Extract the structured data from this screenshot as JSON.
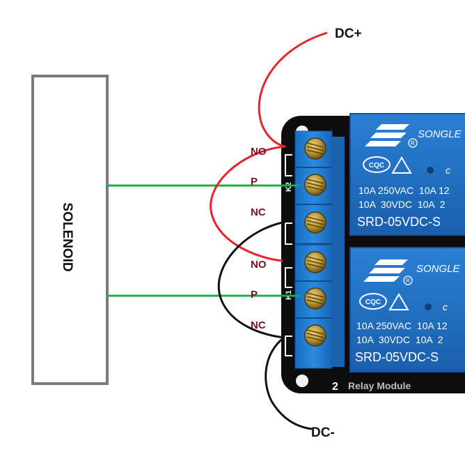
{
  "solenoid": {
    "label": "SOLENOID"
  },
  "power": {
    "positive": "DC+",
    "negative": "DC-"
  },
  "relay_k2": {
    "silk": "K2",
    "pins": [
      "NO",
      "P",
      "NC"
    ],
    "brand": "SONGLE",
    "marks": [
      "CQC",
      "R"
    ],
    "rating_line1": "10A 250VAC  10A 12",
    "rating_line2": "10A  30VDC  10A  2",
    "model": "SRD-05VDC-S"
  },
  "relay_k1": {
    "silk": "K1",
    "pins": [
      "NO",
      "P",
      "NC"
    ],
    "brand": "SONGLE",
    "marks": [
      "CQC",
      "R"
    ],
    "rating_line1": "10A 250VAC  10A 12",
    "rating_line2": "10A  30VDC  10A  2",
    "model": "SRD-05VDC-S"
  },
  "board": {
    "silk_number": "2",
    "silk_text": "Relay Module"
  },
  "colors": {
    "positive_wire": "#e8212e",
    "negative_wire": "#111111",
    "signal_wire": "#1faa4a",
    "pin_label": "#7a1020",
    "relay_blue": "#1e6fc4",
    "terminal_blue": "#1f7cd6",
    "board": "#0d0d0d"
  }
}
